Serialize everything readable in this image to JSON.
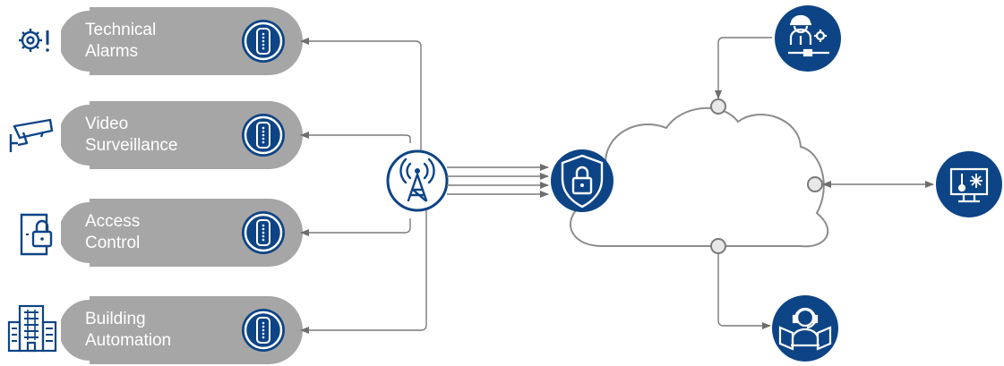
{
  "systems": [
    {
      "label_line1": "Technical",
      "label_line2": "Alarms",
      "icon": "gear-alarm-icon"
    },
    {
      "label_line1": "Video",
      "label_line2": "Surveillance",
      "icon": "cctv-camera-icon"
    },
    {
      "label_line1": "Access",
      "label_line2": "Control",
      "icon": "door-lock-icon"
    },
    {
      "label_line1": "Building",
      "label_line2": "Automation",
      "icon": "building-icon"
    }
  ],
  "hub": {
    "icon": "radio-tower-icon"
  },
  "cloud": {
    "icon": "shield-lock-icon"
  },
  "endpoints": [
    {
      "icon": "technician-icon"
    },
    {
      "icon": "monitor-thermometer-icon"
    },
    {
      "icon": "operator-headset-icon"
    }
  ],
  "colors": {
    "bar": "#a6a6a6",
    "navy": "#0d4486",
    "line": "#7a7a7a",
    "cloud_stroke": "#8c8c8c"
  }
}
